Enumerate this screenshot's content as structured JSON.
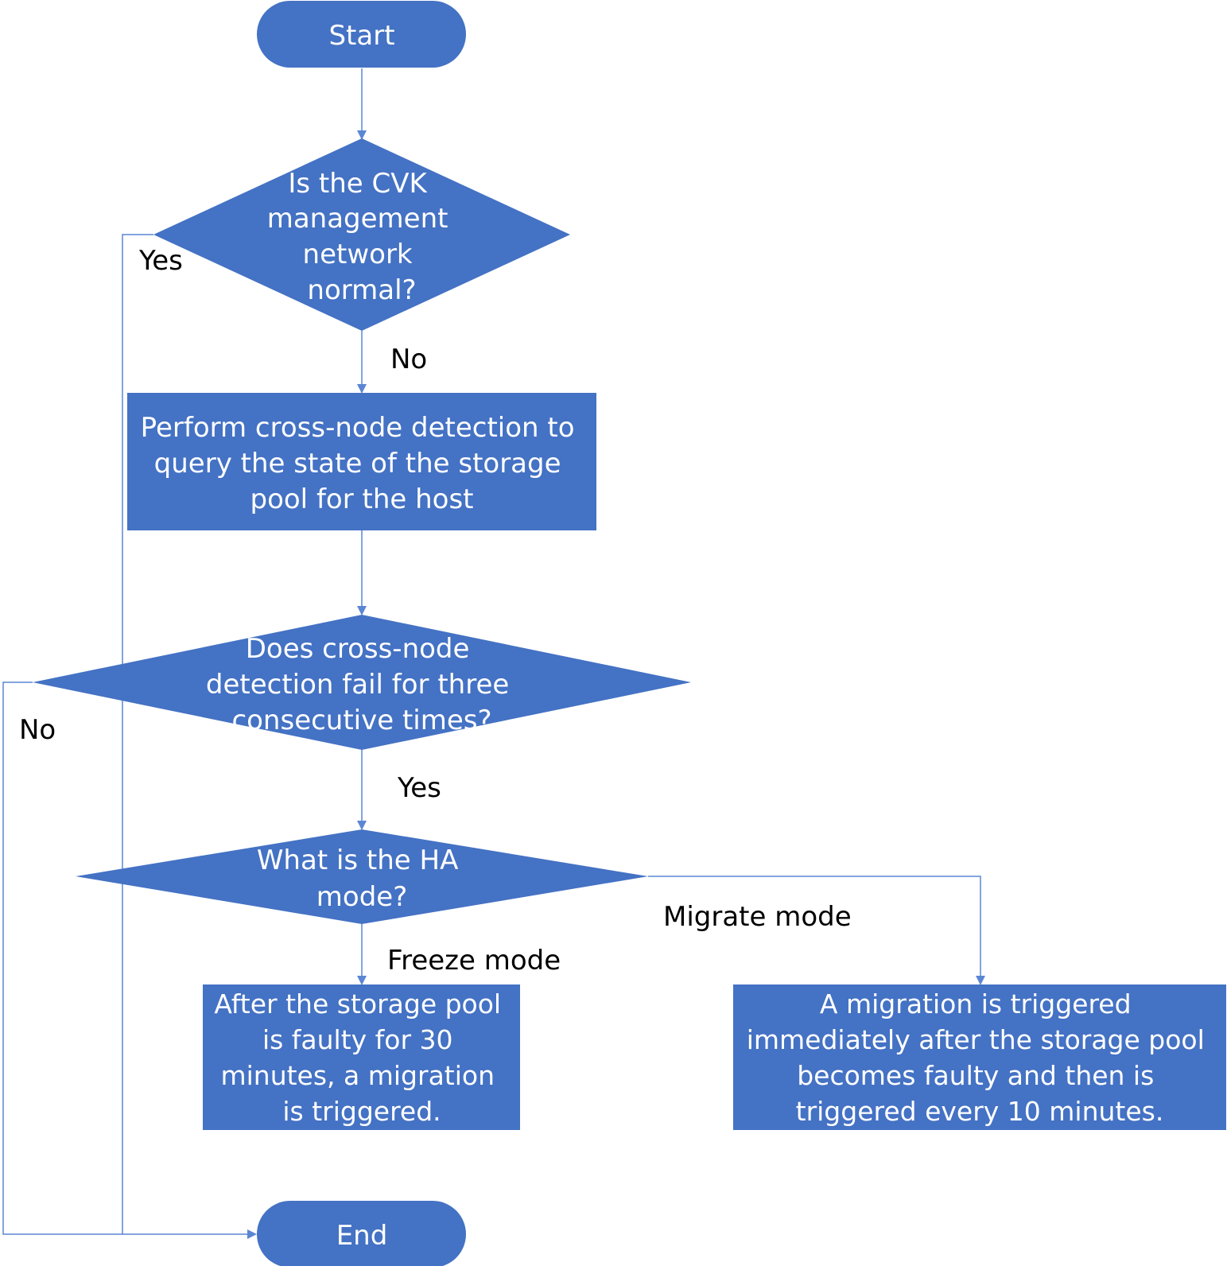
{
  "colors": {
    "node_fill": "#4472C4",
    "line": "#5B86D4",
    "node_text": "#FFFFFF",
    "edge_text": "#000000"
  },
  "nodes": {
    "start": "Start",
    "decision_network": [
      "Is the CVK",
      "management",
      "network",
      "normal?"
    ],
    "process_detection": [
      "Perform cross-node detection to",
      "query the state of the storage",
      "pool for the host"
    ],
    "decision_fail": [
      "Does cross-node",
      "detection fail for three",
      "consecutive times?"
    ],
    "decision_ha": [
      "What is the HA",
      "mode?"
    ],
    "process_freeze": [
      "After the storage pool",
      "is faulty for 30",
      "minutes, a migration",
      "is triggered."
    ],
    "process_migrate": [
      "A migration is triggered",
      "immediately after the storage pool",
      "becomes faulty and then is",
      "triggered every 10 minutes."
    ],
    "end": "End"
  },
  "edges": {
    "network_yes": "Yes",
    "network_no": "No",
    "fail_no": "No",
    "fail_yes": "Yes",
    "migrate_mode": "Migrate mode",
    "freeze_mode": "Freeze mode"
  }
}
